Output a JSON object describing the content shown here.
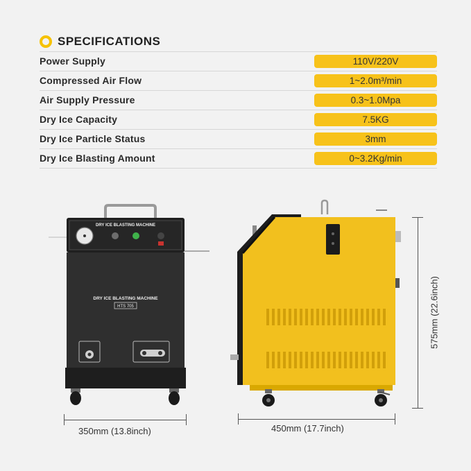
{
  "header": {
    "title": "SPECIFICATIONS"
  },
  "specs": [
    {
      "label": "Power Supply",
      "value": "110V/220V"
    },
    {
      "label": "Compressed Air Flow",
      "value": "1~2.0m³/min"
    },
    {
      "label": "Air Supply Pressure",
      "value": "0.3~1.0Mpa"
    },
    {
      "label": "Dry Ice Capacity",
      "value": "7.5KG"
    },
    {
      "label": "Dry Ice Particle Status",
      "value": "3mm"
    },
    {
      "label": "Dry Ice Blasting Amount",
      "value": "0~3.2Kg/min"
    }
  ],
  "machine_front": {
    "panel_text": "DRY ICE BLASTING MACHINE",
    "body_text": "DRY ICE BLASTING MACHINE",
    "model": "HTS 705"
  },
  "dimensions": {
    "width": "350mm (13.8inch)",
    "depth": "450mm (17.7inch)",
    "height": "575mm (22.6inch)"
  },
  "colors": {
    "accent": "#f7c21a",
    "machine_dark": "#2b2b2b",
    "machine_yellow": "#f2c01e"
  }
}
